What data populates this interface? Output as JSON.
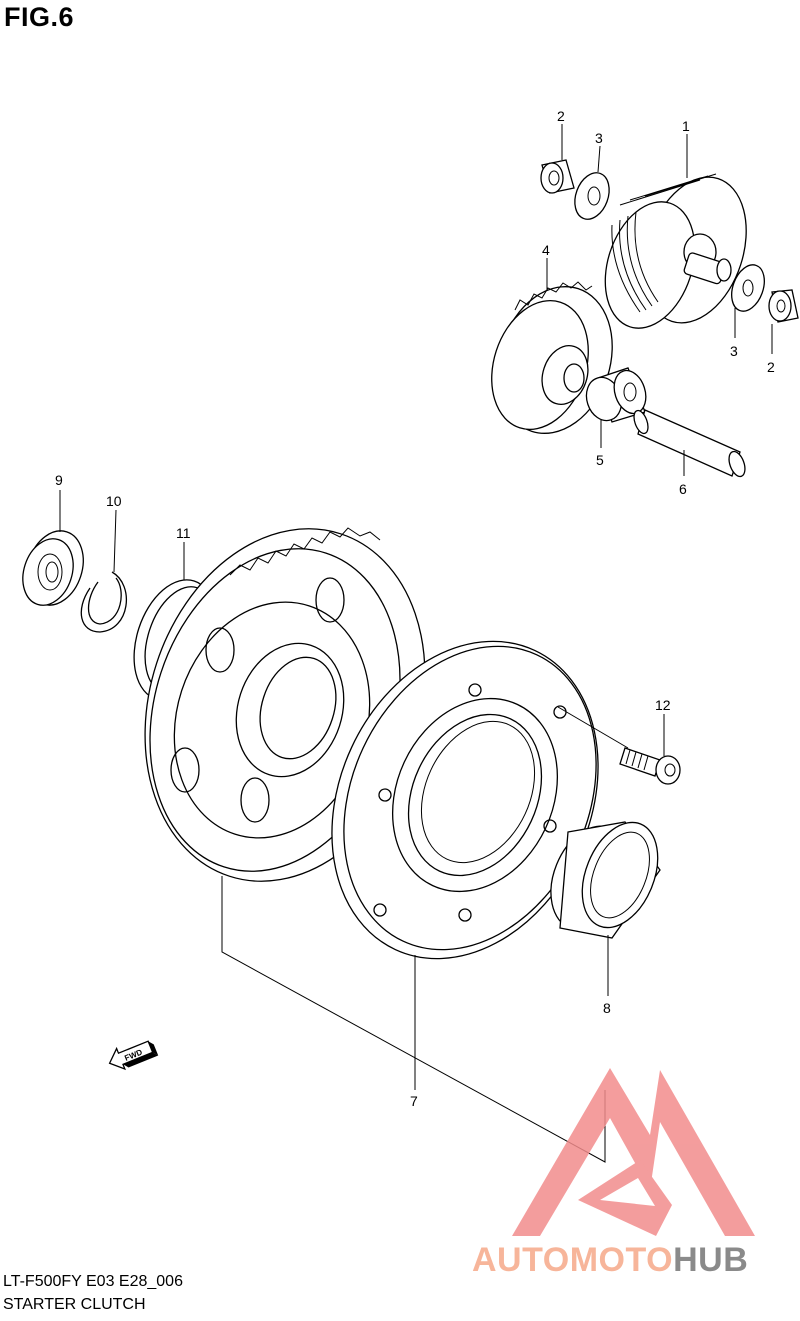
{
  "figure": {
    "title": "FIG.6"
  },
  "callouts": [
    {
      "id": "1",
      "label": "1"
    },
    {
      "id": "2a",
      "label": "2"
    },
    {
      "id": "3a",
      "label": "3"
    },
    {
      "id": "3b",
      "label": "3"
    },
    {
      "id": "2b",
      "label": "2"
    },
    {
      "id": "4",
      "label": "4"
    },
    {
      "id": "5",
      "label": "5"
    },
    {
      "id": "6",
      "label": "6"
    },
    {
      "id": "9",
      "label": "9"
    },
    {
      "id": "10",
      "label": "10"
    },
    {
      "id": "11",
      "label": "11"
    },
    {
      "id": "12",
      "label": "12"
    },
    {
      "id": "8",
      "label": "8"
    },
    {
      "id": "7",
      "label": "7"
    }
  ],
  "direction_arrow": {
    "label": "FWD"
  },
  "footer": {
    "model_code": "LT-F500FY E03 E28_006",
    "section_name": "STARTER CLUTCH"
  },
  "watermark": {
    "brand_part1": "AUTO",
    "brand_part2": "MOTO",
    "brand_part3": "HUB",
    "colors": {
      "auto": "#f7b59a",
      "moto": "#f7b59a",
      "hub": "#8a8a8a",
      "triangle": "#f28c8c"
    }
  }
}
